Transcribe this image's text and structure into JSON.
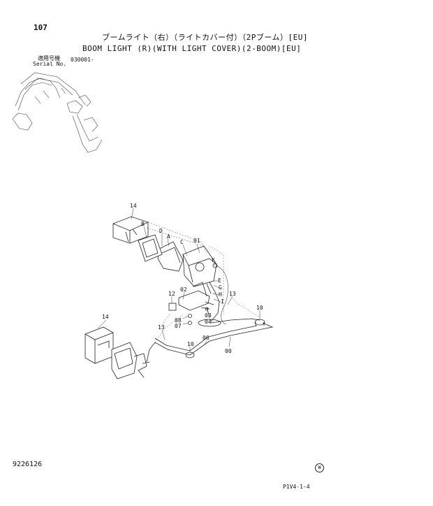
{
  "header": {
    "page_number": "107",
    "title_jp": "ブームライト（右）（ライトカバー付）（2Pブーム）[EU]",
    "title_en": "BOOM LIGHT (R)(WITH LIGHT COVER)(2-BOOM)[EU]",
    "serial_label_jp": "適用号機",
    "serial_label_en": "Serial No.",
    "serial_value": "030001-"
  },
  "footer": {
    "document_id": "9226126",
    "page_code": "P1V4-1-4",
    "mark": "W"
  },
  "callouts": {
    "c14a": "14",
    "cB": "B",
    "cD": "D",
    "cA": "A",
    "cC": "C",
    "c01": "01",
    "cF": "F",
    "cE": "E",
    "cG": "G",
    "cH": "H",
    "cI": "I",
    "c02": "02",
    "c12": "12",
    "c03": "03",
    "c04": "04",
    "c08": "08",
    "c07": "07",
    "c13a": "13",
    "c10a": "10",
    "c14b": "14",
    "c13b": "13",
    "c10b": "10",
    "c06": "06",
    "c00": "00"
  }
}
